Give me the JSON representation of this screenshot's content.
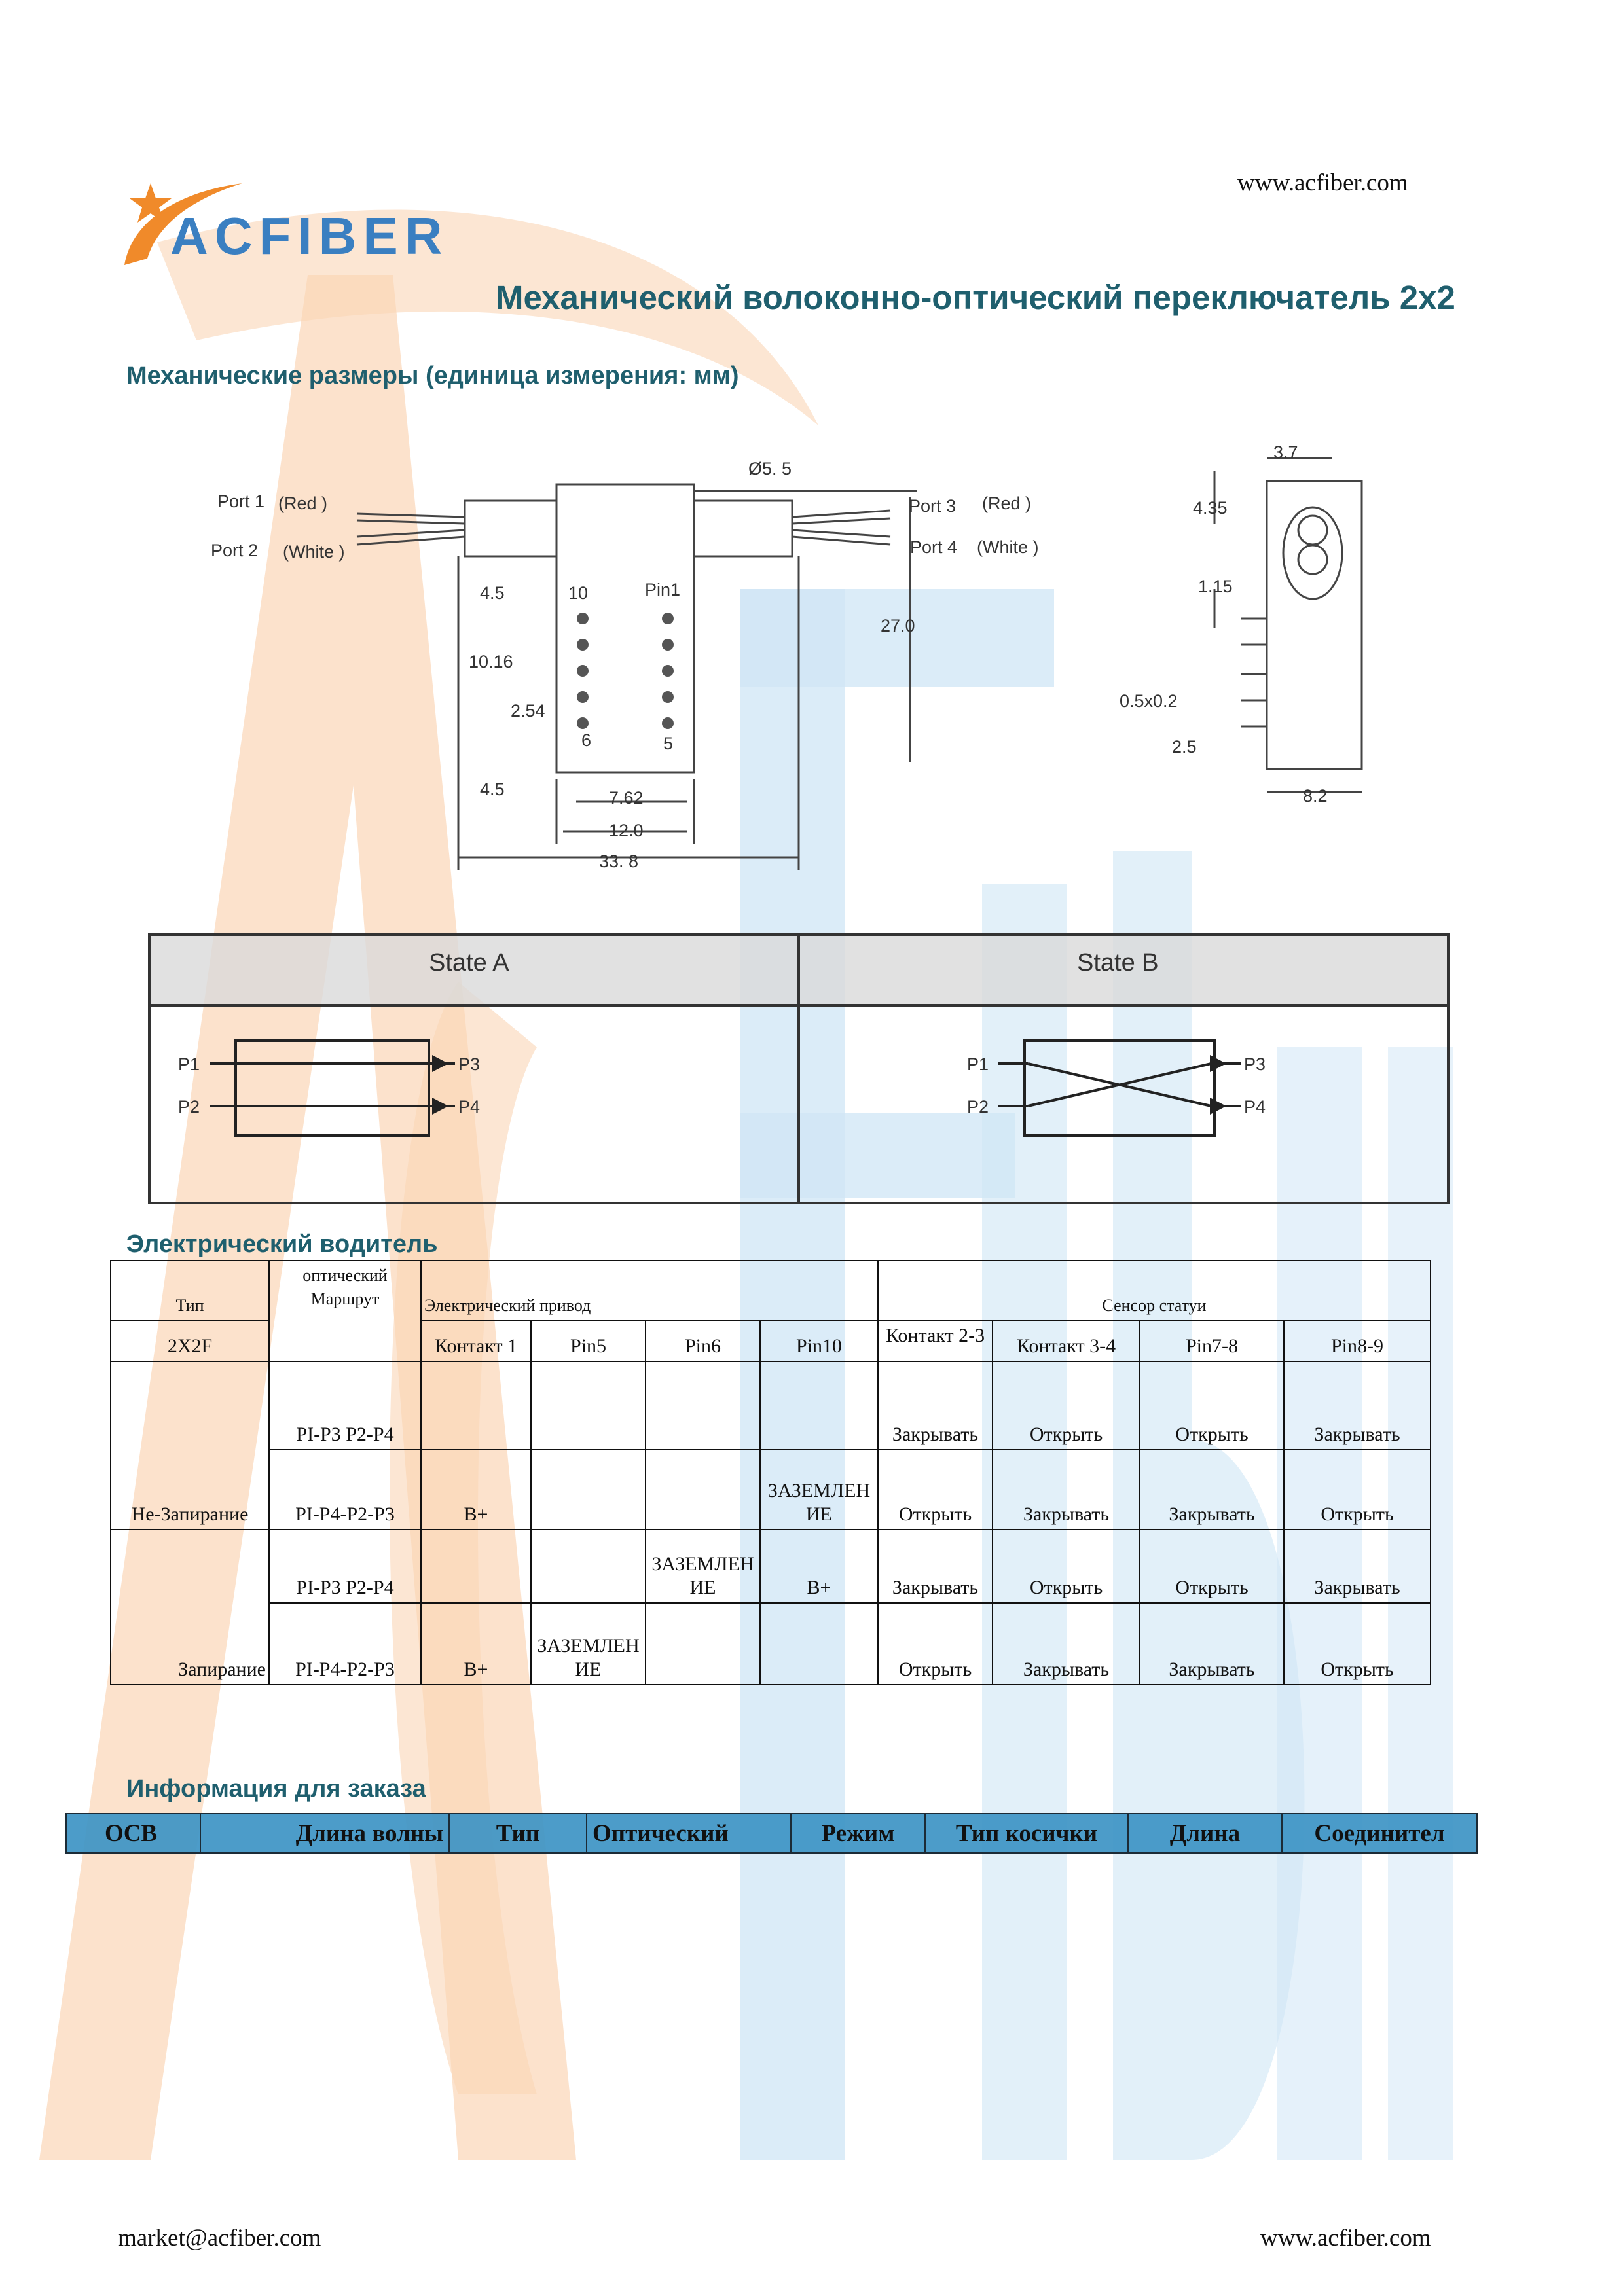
{
  "header": {
    "website": "www.acfiber.com",
    "logo_text": "ACFIBER"
  },
  "title": "Механический волоконно-оптический переключатель 2x2",
  "mech": {
    "heading": "Механические размеры (единица измерения: мм)",
    "labels": {
      "port1": "Port 1",
      "red1": "(Red )",
      "port2": "Port 2",
      "white1": "(White )",
      "port3": "Port 3",
      "red2": "(Red )",
      "port4": "Port 4",
      "white2": "(White )",
      "d55": "Ø5. 5",
      "d45a": "4.5",
      "p10": "10",
      "pin1": "Pin1",
      "d1016": "10.16",
      "d254": "2.54",
      "p6": "6",
      "p5": "5",
      "d270": "27.0",
      "d45b": "4.5",
      "d762": "7.62",
      "d120": "12.0",
      "d338": "33. 8",
      "s37": "3.7",
      "s435": "4.35",
      "s115": "1.15",
      "s05": "0.5x0.2",
      "s25": "2.5",
      "s82": "8.2"
    }
  },
  "states": {
    "a": {
      "title": "State A",
      "p1": "P1",
      "p2": "P2",
      "p3": "P3",
      "p4": "P4"
    },
    "b": {
      "title": "State B",
      "p1": "P1",
      "p2": "P2",
      "p3": "P3",
      "p4": "P4"
    }
  },
  "electric": {
    "heading": "Электрический водитель",
    "head1": {
      "type": "Тип",
      "route": "оптический Маршрут",
      "drive": "Электрический привод",
      "sensor": "Сенсор статуи"
    },
    "head2": {
      "model": "2X2F",
      "c1": "Контакт 1",
      "pin5": "Pin5",
      "pin6": "Pin6",
      "pin10": "Pin10",
      "c23": "Контакт 2-3",
      "c34": "Контакт 3-4",
      "pin78": "Pin7-8",
      "pin89": "Pin8-9"
    },
    "rows": [
      {
        "type": "",
        "route": "PI-P3 P2-P4",
        "c1": "",
        "pin5": "",
        "pin6": "",
        "pin10": "",
        "s1": "Закрывать",
        "s2": "Открыть",
        "s3": "Открыть",
        "s4": "Закрывать"
      },
      {
        "type": "Не-Запирание",
        "route": "PI-P4-P2-P3",
        "c1": "B+",
        "pin5": "",
        "pin6": "",
        "pin10": "ЗАЗЕМЛЕНИЕ",
        "s1": "Открыть",
        "s2": "Закрывать",
        "s3": "Закрывать",
        "s4": "Открыть"
      },
      {
        "type": "",
        "route": "PI-P3 P2-P4",
        "c1": "",
        "pin5": "",
        "pin6": "ЗАЗЕМЛЕНИЕ",
        "pin10": "B+",
        "s1": "Закрывать",
        "s2": "Открыть",
        "s3": "Открыть",
        "s4": "Закрывать"
      },
      {
        "type": "Запирание",
        "route": "PI-P4-P2-P3",
        "c1": "B+",
        "pin5": "ЗАЗЕМЛЕНИЕ",
        "pin6": "",
        "pin10": "",
        "s1": "Открыть",
        "s2": "Закрывать",
        "s3": "Закрывать",
        "s4": "Открыть"
      }
    ]
  },
  "order": {
    "heading": "Информация для заказа",
    "columns": [
      "OCB",
      "Длина волны",
      "Тип",
      "Оптический",
      "Режим",
      "Тип косички",
      "Длина",
      "Соединител"
    ]
  },
  "footer": {
    "email": "market@acfiber.com",
    "website": "www.acfiber.com"
  },
  "colors": {
    "title": "#1f5f6e",
    "logo_blue": "#3a7fc1",
    "logo_orange": "#f08a2a",
    "order_header": "#3d94c4",
    "watermark_orange": "#fbd2a8",
    "watermark_blue": "#c4dff1"
  }
}
